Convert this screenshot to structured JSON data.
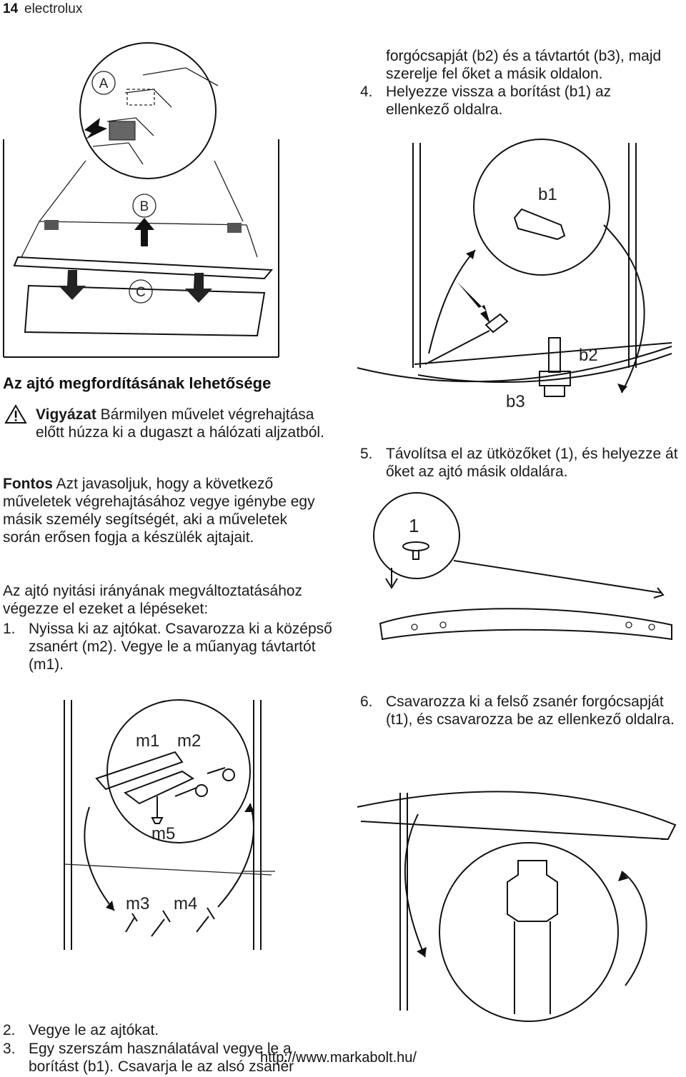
{
  "header": {
    "page_number": "14",
    "brand": "electrolux"
  },
  "right_top": {
    "continuation": "forgócsapját (b2) és a távtartót (b3), majd szerelje fel őket a másik oldalon.",
    "step4_num": "4.",
    "step4_text": "Helyezze vissza a borítást (b1) az ellenkező oldalra."
  },
  "fig_abc": {
    "label_a": "A",
    "label_b": "B",
    "label_c": "C"
  },
  "section": {
    "title": "Az ajtó megfordításának lehetősége"
  },
  "warning": {
    "icon": "warning-triangle-icon",
    "label": "Vigyázat",
    "text": "Bármilyen művelet végrehajtása előtt húzza ki a dugaszt a hálózati aljzatból."
  },
  "important": {
    "label": "Fontos",
    "text": "Azt javasoljuk, hogy a következő műveletek végrehajtásához vegye igénybe egy másik személy segítségét, aki a műveletek során erősen fogja a készülék ajtajait."
  },
  "intro": "Az ajtó nyitási irányának megváltoztatásához végezze el ezeket a lépéseket:",
  "steps": [
    {
      "num": "1.",
      "text": "Nyissa ki az ajtókat. Csavarozza ki a középső zsanért (m2). Vegye le a műanyag távtartót (m1)."
    },
    {
      "num": "2.",
      "text": "Vegye le az ajtókat."
    },
    {
      "num": "3.",
      "text": "Egy szerszám használatával vegye le a borítást (b1). Csavarja le az alsó zsanér"
    },
    {
      "num": "5.",
      "text": "Távolítsa el az ütközőket (1), és helyezze át őket az ajtó másik oldalára."
    },
    {
      "num": "6.",
      "text": "Csavarozza ki a felső zsanér forgócsapját (t1), és csavarozza be az ellenkező oldalra."
    }
  ],
  "fig_b": {
    "label_b1": "b1",
    "label_b2": "b2",
    "label_b3": "b3"
  },
  "fig_stop": {
    "label_1": "1"
  },
  "fig_m": {
    "label_m1": "m1",
    "label_m2": "m2",
    "label_m3": "m3",
    "label_m4": "m4",
    "label_m5": "m5"
  },
  "footer": {
    "url": "http://www.markabolt.hu/"
  }
}
